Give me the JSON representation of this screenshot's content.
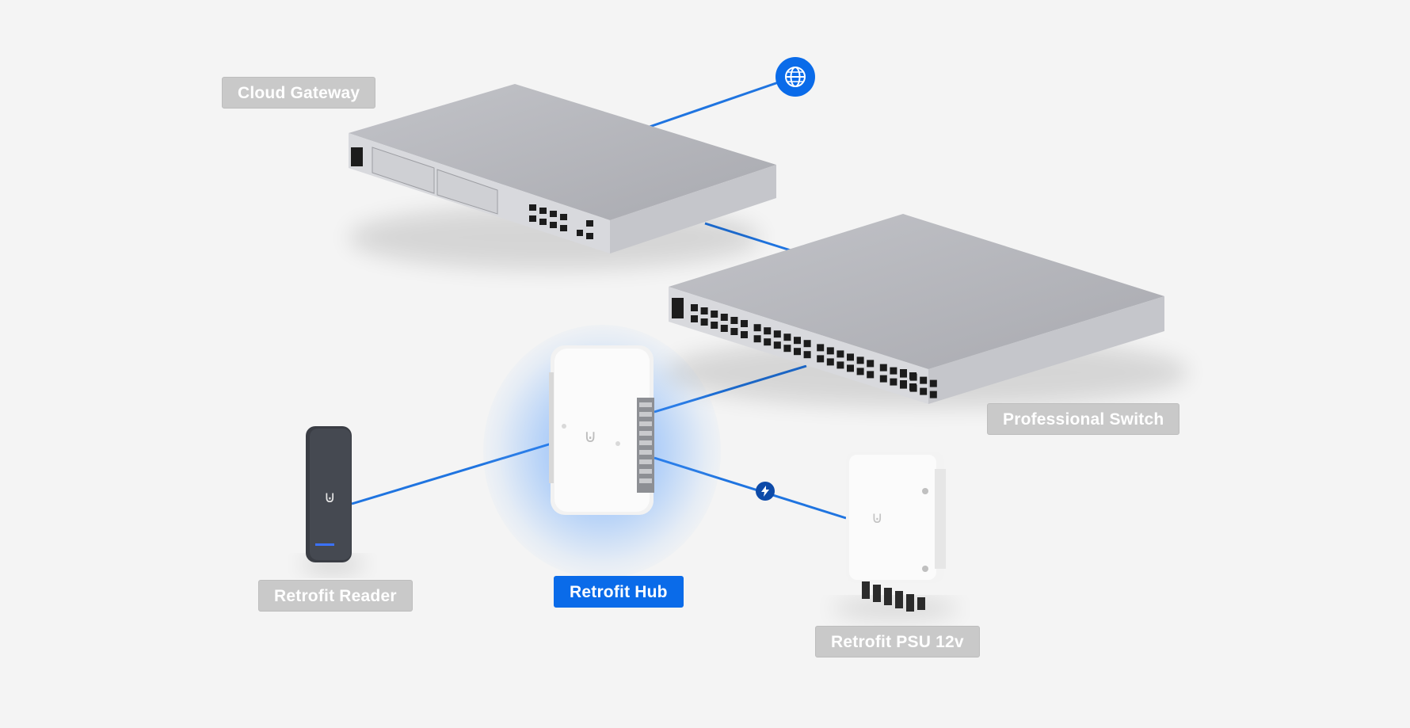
{
  "diagram": {
    "nodes": {
      "cloud_gateway": {
        "label": "Cloud Gateway"
      },
      "professional_switch": {
        "label": "Professional Switch"
      },
      "retrofit_hub": {
        "label": "Retrofit Hub",
        "selected": true
      },
      "retrofit_reader": {
        "label": "Retrofit Reader"
      },
      "retrofit_psu": {
        "label": "Retrofit PSU 12v"
      }
    },
    "badges": {
      "internet": "globe-icon",
      "power": "lightning-icon"
    },
    "colors": {
      "accent": "#0a6be9",
      "link": "#1f74e0",
      "label_bg": "#c9c9c9",
      "background": "#f4f4f4"
    }
  }
}
